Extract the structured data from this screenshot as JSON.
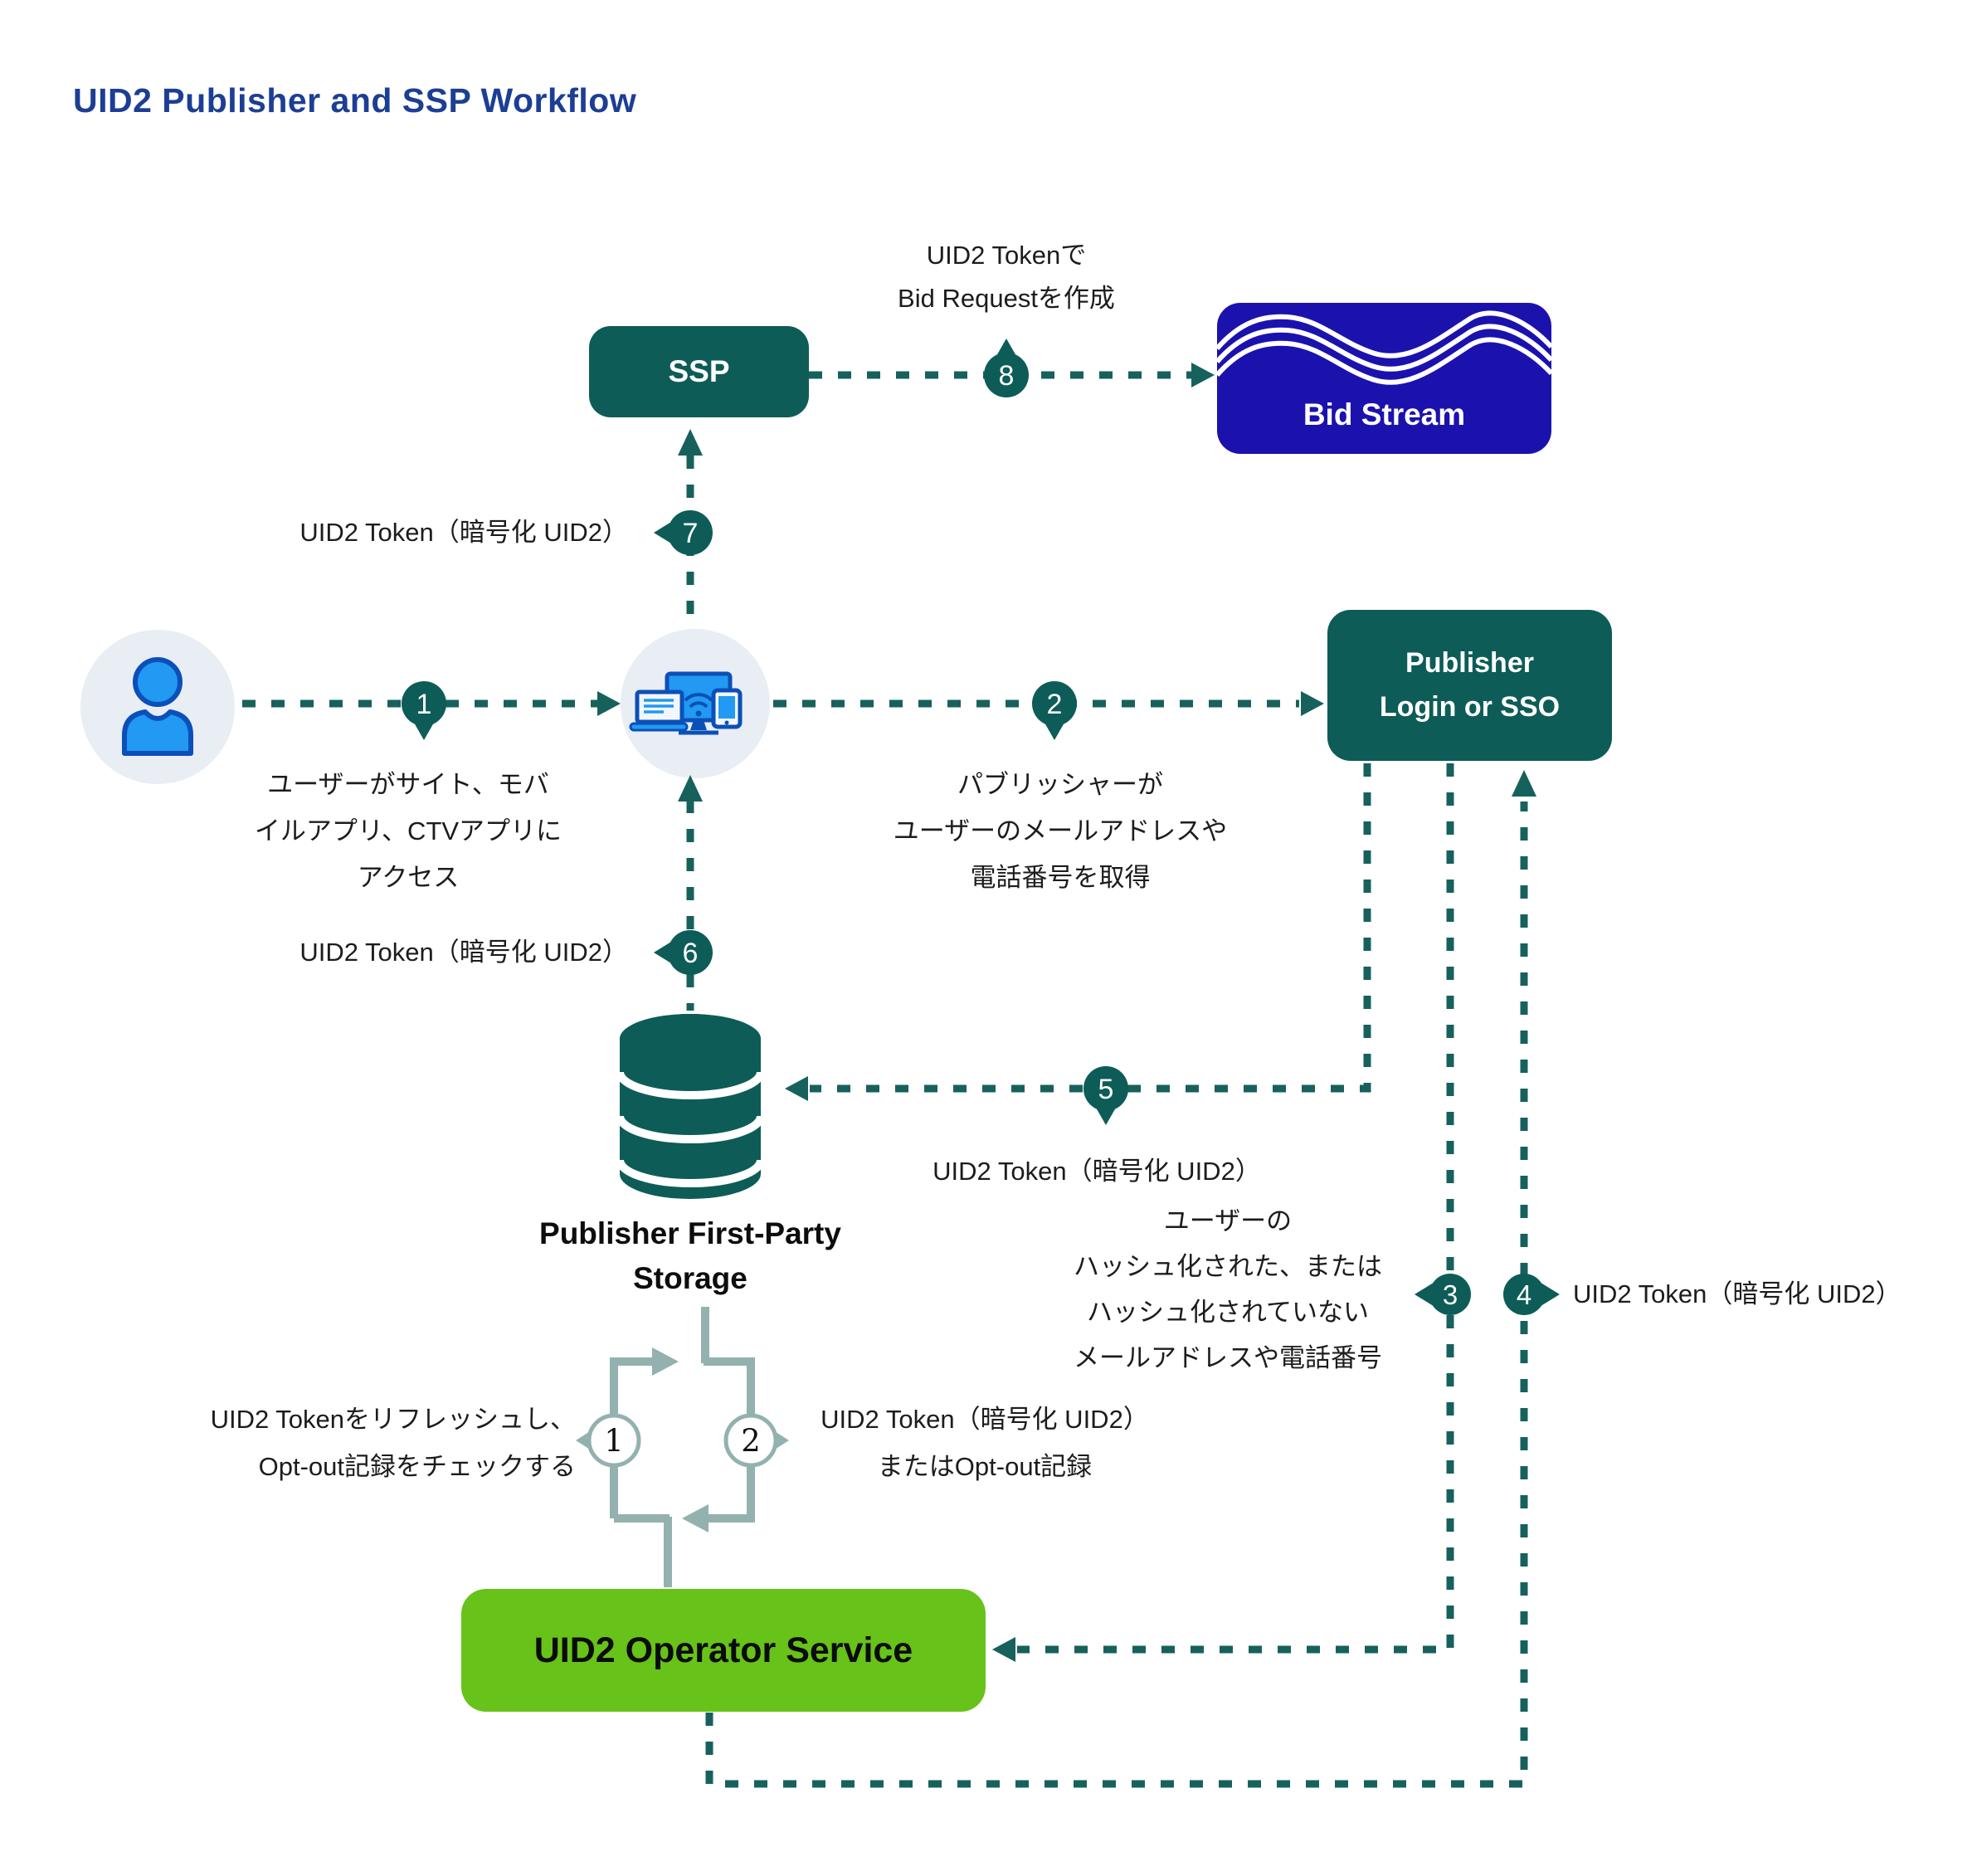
{
  "title": "UID2 Publisher and SSP Workflow",
  "colors": {
    "teal": "#0d5c57",
    "line": "#17615c",
    "blue": "#1b12ae",
    "green": "#67c219",
    "loop": "#93b1af",
    "title": "#1c3e94",
    "circlebg": "#e9edf4",
    "iconblue": "#2299f2",
    "icondark": "#0b50b8"
  },
  "nodes": {
    "ssp": {
      "label": "SSP"
    },
    "bid_stream": {
      "label": "Bid Stream"
    },
    "publisher_login": {
      "line1": "Publisher",
      "line2": "Login or SSO"
    },
    "storage": {
      "line1": "Publisher First-Party",
      "line2": "Storage"
    },
    "operator": {
      "label": "UID2 Operator Service"
    },
    "user": {
      "icon": "user-icon"
    },
    "devices": {
      "icon": "devices-icon"
    }
  },
  "steps": {
    "1": {
      "num": "1",
      "lines": [
        "ユーザーがサイト、モバ",
        "イルアプリ、CTVアプリに",
        "アクセス"
      ]
    },
    "2": {
      "num": "2",
      "lines": [
        "パブリッシャーが",
        "ユーザーのメールアドレスや",
        "電話番号を取得"
      ]
    },
    "3": {
      "num": "3",
      "lines": [
        "ユーザーの",
        "ハッシュ化された、または",
        "ハッシュ化されていない",
        "メールアドレスや電話番号"
      ]
    },
    "4": {
      "num": "4",
      "label": "UID2 Token（暗号化 UID2）"
    },
    "5": {
      "num": "5",
      "label": "UID2 Token（暗号化 UID2）"
    },
    "6": {
      "num": "6",
      "label": "UID2 Token（暗号化 UID2）"
    },
    "7": {
      "num": "7",
      "label": "UID2 Token（暗号化 UID2）"
    },
    "8": {
      "num": "8",
      "lines": [
        "UID2 Tokenで",
        "Bid Requestを作成"
      ]
    }
  },
  "loop_steps": {
    "1": {
      "num": "1",
      "lines": [
        "UID2 Tokenをリフレッシュし、",
        "Opt-out記録をチェックする"
      ]
    },
    "2": {
      "num": "2",
      "lines": [
        "UID2 Token（暗号化 UID2）",
        "またはOpt-out記録"
      ]
    }
  }
}
